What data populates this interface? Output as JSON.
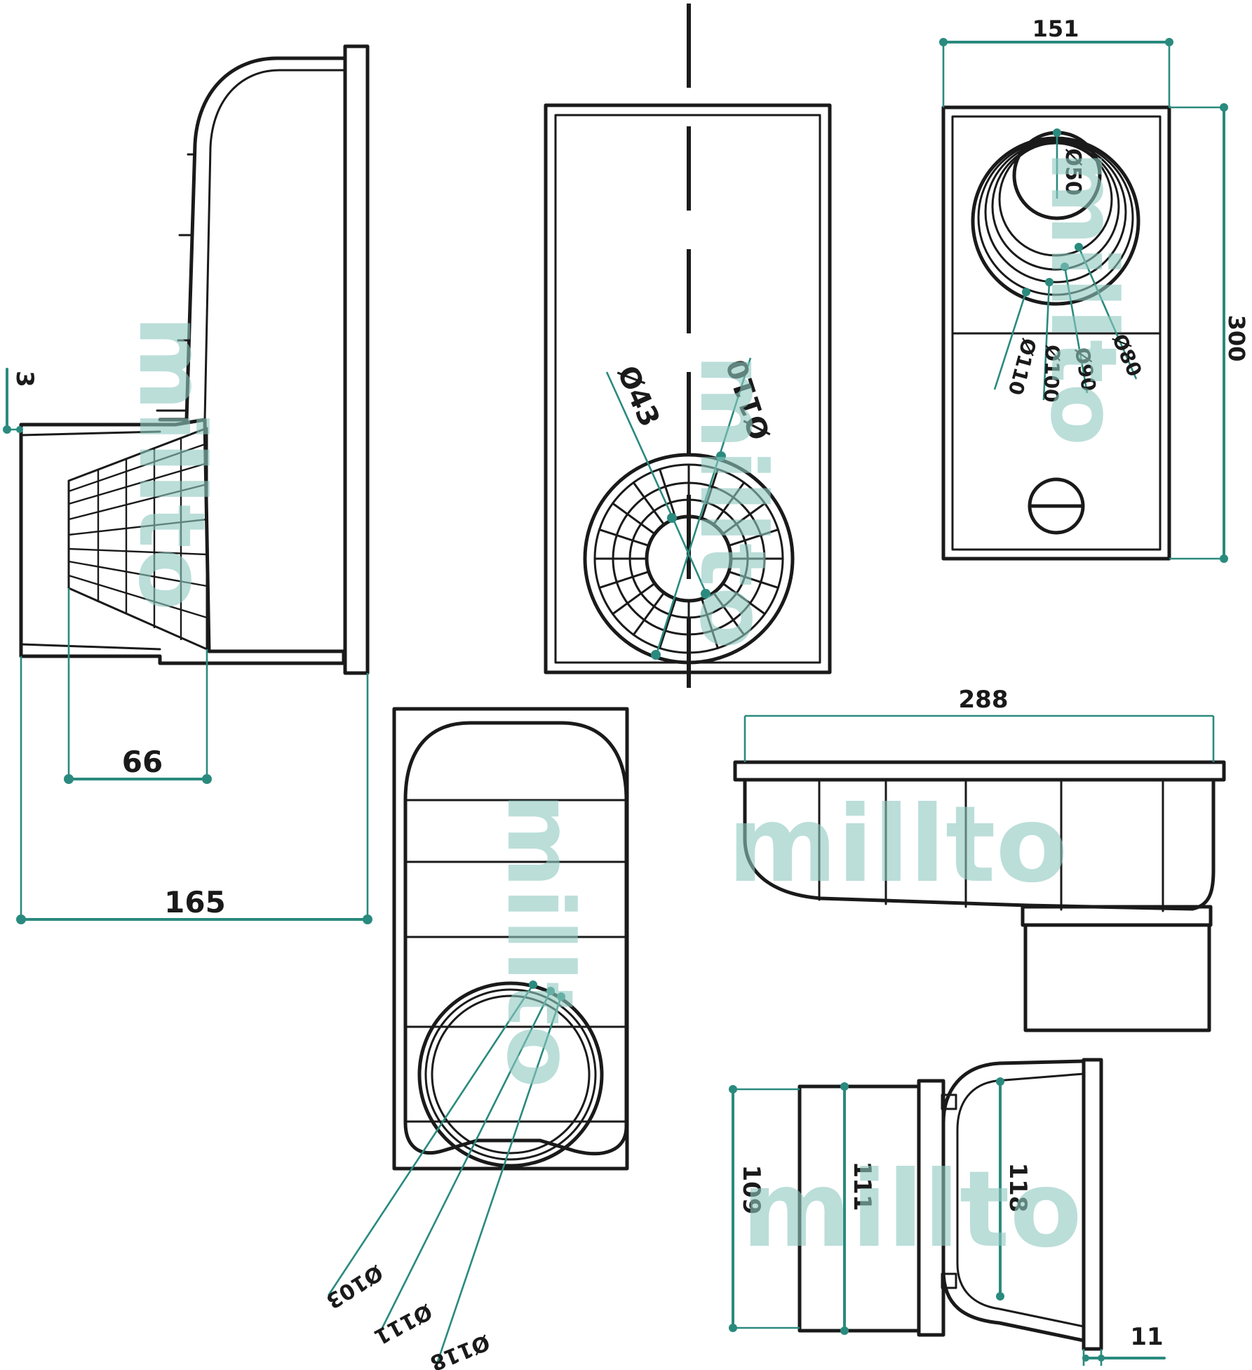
{
  "brand": {
    "watermark": "millto",
    "accent_color": "#2a8a7e",
    "watermark_color": "#8fc9c0",
    "line_color": "#1a1a1a"
  },
  "dimensions": {
    "side_depth": "165",
    "basket_depth": "66",
    "side_flange": "3",
    "top_width": "151",
    "top_height": "300",
    "bottom_length": "288",
    "pipe_outer": "109",
    "pipe_mid": "111",
    "pipe_wall": "118",
    "flange_thickness": "11"
  },
  "diameters": {
    "grate_inner": "Ø43",
    "grate_outer": "Ø110",
    "outlet_small": "Ø50",
    "outlet_80": "Ø80",
    "outlet_90": "Ø90",
    "outlet_100": "Ø100",
    "outlet_110": "Ø110",
    "socket_103": "Ø103",
    "socket_111": "Ø111",
    "socket_118": "Ø118"
  }
}
